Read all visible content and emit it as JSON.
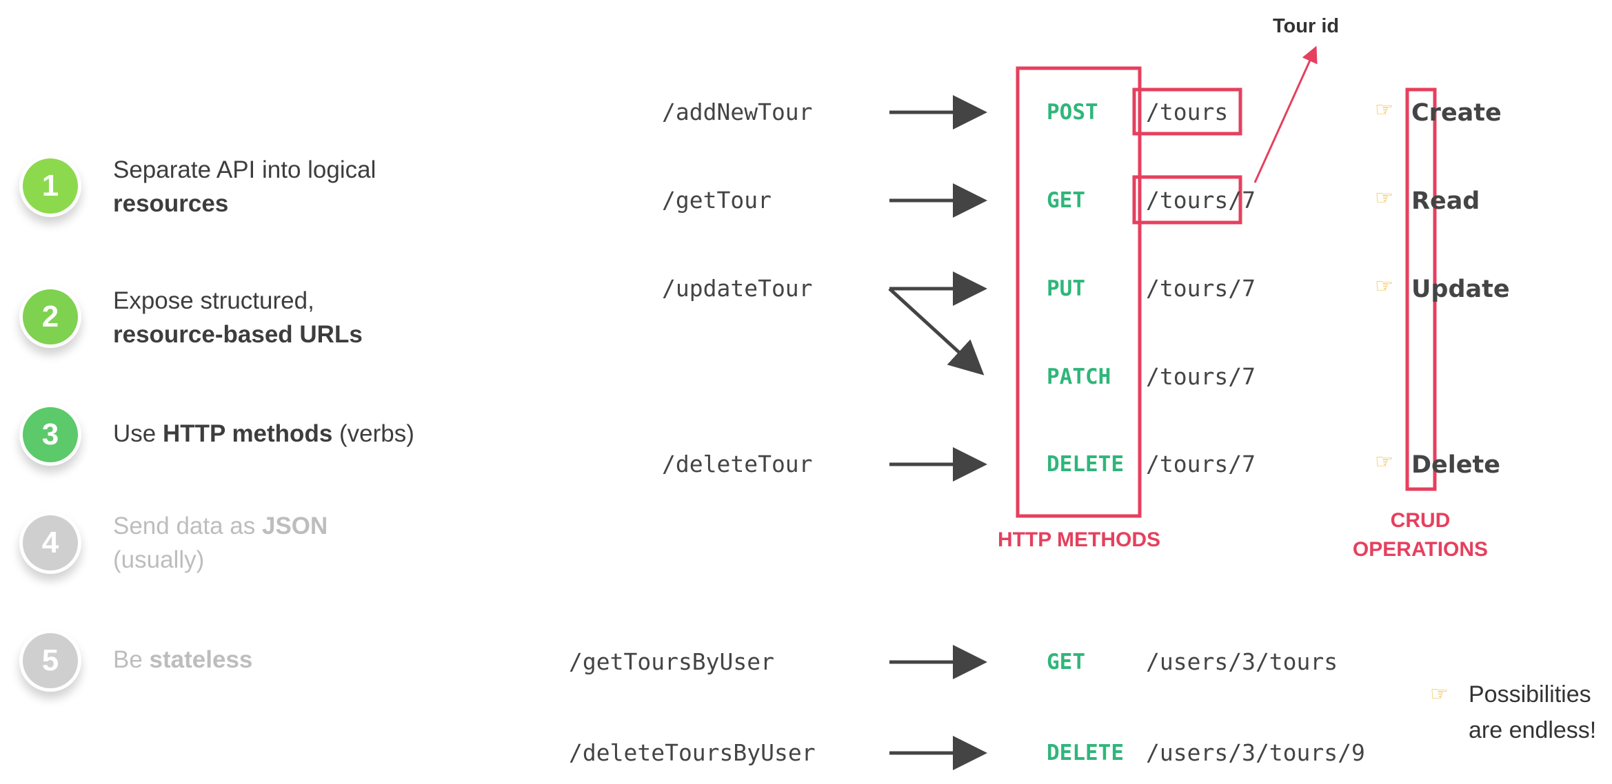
{
  "steps": [
    {
      "number": "1",
      "line1": "Separate API into logical",
      "bold": "resources",
      "color": "#8cd94e"
    },
    {
      "number": "2",
      "line1": "Expose structured,",
      "bold": "resource-based URLs",
      "color": "#7fd150"
    },
    {
      "number": "3",
      "pre": "Use ",
      "bold": "HTTP methods",
      "post": " (verbs)",
      "color": "#5cc96a"
    },
    {
      "number": "4",
      "pre": "Send data as ",
      "bold": "JSON",
      "line2": "(usually)",
      "color": "#cfcfcf"
    },
    {
      "number": "5",
      "pre": "Be ",
      "bold": "stateless",
      "color": "#cfcfcf"
    }
  ],
  "endpoints": {
    "add": "/addNewTour",
    "get": "/getTour",
    "update": "/updateTour",
    "delete": "/deleteTour",
    "get_by_user": "/getToursByUser",
    "delete_by_user": "/deleteToursByUser"
  },
  "methods": {
    "post": "POST",
    "get": "GET",
    "put": "PUT",
    "patch": "PATCH",
    "delete": "DELETE",
    "get2": "GET",
    "delete2": "DELETE"
  },
  "paths": {
    "tours": "/tours",
    "tours_get": "/tours/7",
    "tours_put": "/tours/7",
    "tours_patch": "/tours/7",
    "tours_delete": "/tours/7",
    "users_tours": "/users/3/tours",
    "users_tour": "/users/3/tours/9"
  },
  "crud": {
    "create": "Create",
    "read": "Read",
    "update": "Update",
    "delete": "Delete"
  },
  "labels": {
    "tour_id": "Tour id",
    "http_methods": "HTTP METHODS",
    "crud_line1": "CRUD",
    "crud_line2": "OPERATIONS",
    "possibilities_line1": "Possibilities",
    "possibilities_line2": "are endless!"
  },
  "colors": {
    "accent_red": "#e5405e",
    "method_green": "#2fb67a",
    "arrow_dark": "#444444",
    "hand_yellow": "#f2b632"
  },
  "icons": {
    "pointing_hand": "pointing-hand-icon"
  }
}
